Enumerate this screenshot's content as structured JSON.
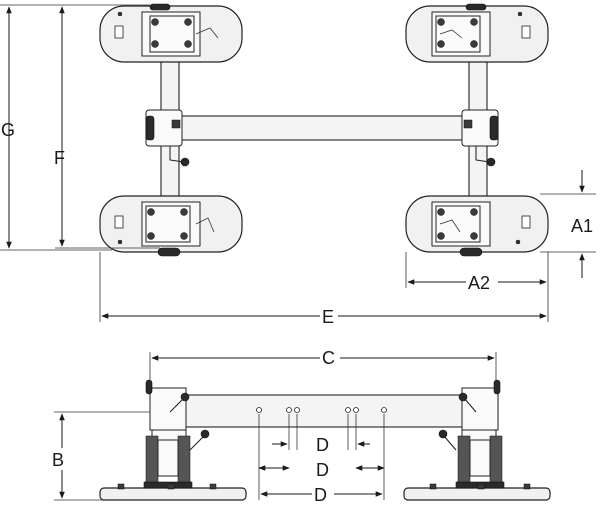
{
  "labels": {
    "G": "G",
    "F": "F",
    "A1": "A1",
    "A2": "A2",
    "E": "E",
    "C": "C",
    "B": "B",
    "D": "D"
  }
}
